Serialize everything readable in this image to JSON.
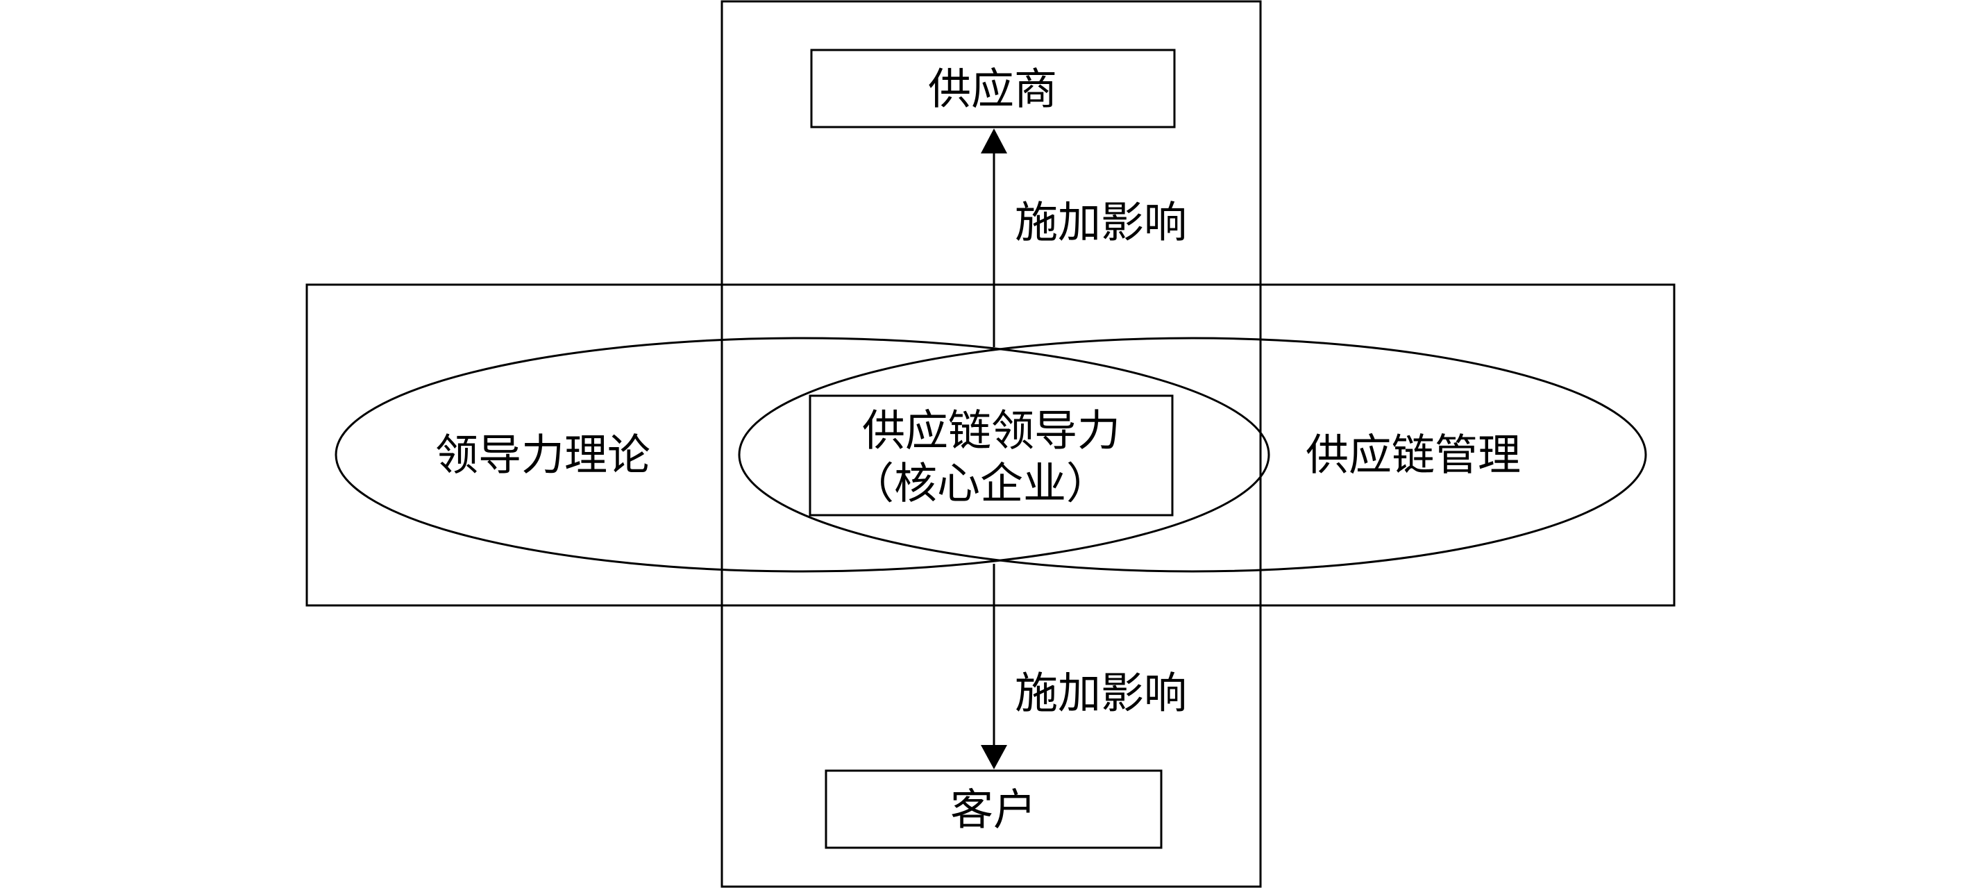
{
  "diagram": {
    "supplier": "供应商",
    "customer": "客户",
    "leadership_theory": "领导力理论",
    "scm": "供应链管理",
    "center_line1": "供应链领导力",
    "center_line2": "（核心企业）",
    "influence_up": "施加影响",
    "influence_down": "施加影响"
  }
}
